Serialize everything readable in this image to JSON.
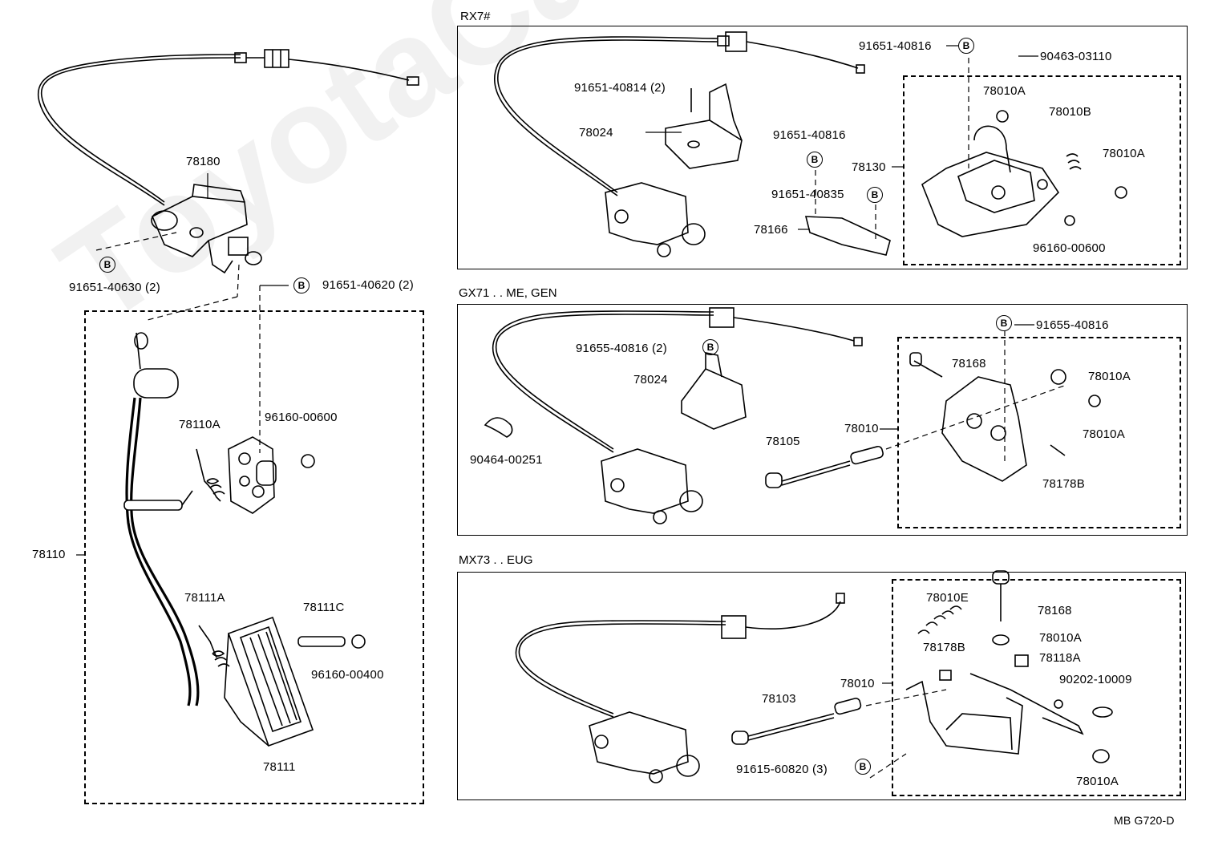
{
  "watermark": "ToyotaCarMiner.ru",
  "footer_code": "MB G720-D",
  "sections": {
    "rx7": {
      "header": "RX7#"
    },
    "gx71": {
      "header": "GX71 . . ME, GEN"
    },
    "mx73": {
      "header": "MX73 . . EUG"
    }
  },
  "bolt_symbol": "B",
  "labels": {
    "p78180": "78180",
    "p91651_40630": "91651-40630 (2)",
    "p91651_40620": "91651-40620 (2)",
    "p78110": "78110",
    "p78110A": "78110A",
    "p96160_00600_left": "96160-00600",
    "p78111A": "78111A",
    "p78111C": "78111C",
    "p96160_00400": "96160-00400",
    "p78111": "78111",
    "rx_91651_40814": "91651-40814 (2)",
    "rx_78024": "78024",
    "rx_91651_40816_top": "91651-40816",
    "rx_90463_03110": "90463-03110",
    "rx_78010A_a": "78010A",
    "rx_78010B": "78010B",
    "rx_78010A_b": "78010A",
    "rx_91651_40816_mid": "91651-40816",
    "rx_78130": "78130",
    "rx_91651_40835": "91651-40835",
    "rx_78166": "78166",
    "rx_96160_00600": "96160-00600",
    "gx_91655_40816_2": "91655-40816 (2)",
    "gx_91655_40816": "91655-40816",
    "gx_78024": "78024",
    "gx_78168": "78168",
    "gx_78010A_a": "78010A",
    "gx_78010A_b": "78010A",
    "gx_90464_00251": "90464-00251",
    "gx_78010": "78010",
    "gx_78105": "78105",
    "gx_78178B": "78178B",
    "mx_78010E": "78010E",
    "mx_78168": "78168",
    "mx_78010A_a": "78010A",
    "mx_78178B": "78178B",
    "mx_78118A": "78118A",
    "mx_90202_10009": "90202-10009",
    "mx_78010": "78010",
    "mx_78103": "78103",
    "mx_91615_60820": "91615-60820 (3)",
    "mx_78010A_b": "78010A"
  }
}
